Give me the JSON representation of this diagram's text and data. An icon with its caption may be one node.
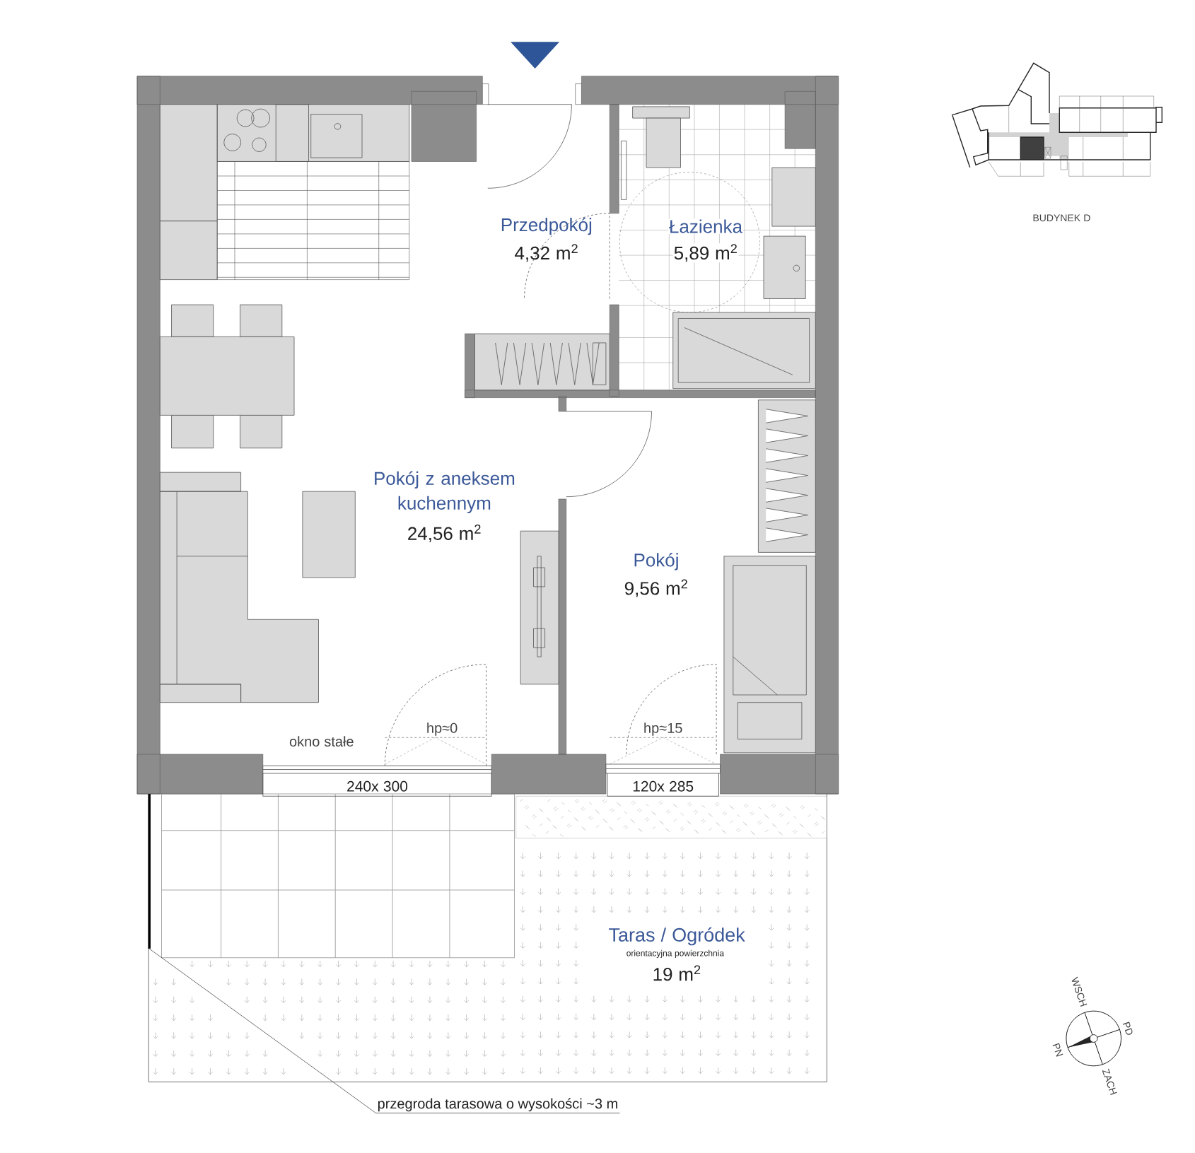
{
  "diagram": {
    "nodes": [
      {
        "text": [
          "przegroda tarasowa o wysokości ~3 m"
        ]
      },
      {
        "text": [],
        "shape": "bar"
      }
    ],
    "edges": [
      {
        "from": 0,
        "to": 1,
        "arrow": "none"
      }
    ],
    "labels": [
      "Przedpokój",
      "4,32 m$^{2}$",
      "Łazienka",
      "5,89 m$^{2}$",
      "Pokój z aneksem kuchennym",
      "24,56 m$^{2}$",
      "Pokój",
      "9,56 m$^{2}$",
      "okno stałe",
      "hp≈0",
      "hp≈15",
      "240x 300",
      "120x 285",
      "Taras / Ogródek",
      "orientacyjna powierzchnia",
      "19 m$^{2}$",
      "BUDYNEK D",
      "WSCH",
      "PD",
      "PN",
      "ZACH"
    ]
  }
}
